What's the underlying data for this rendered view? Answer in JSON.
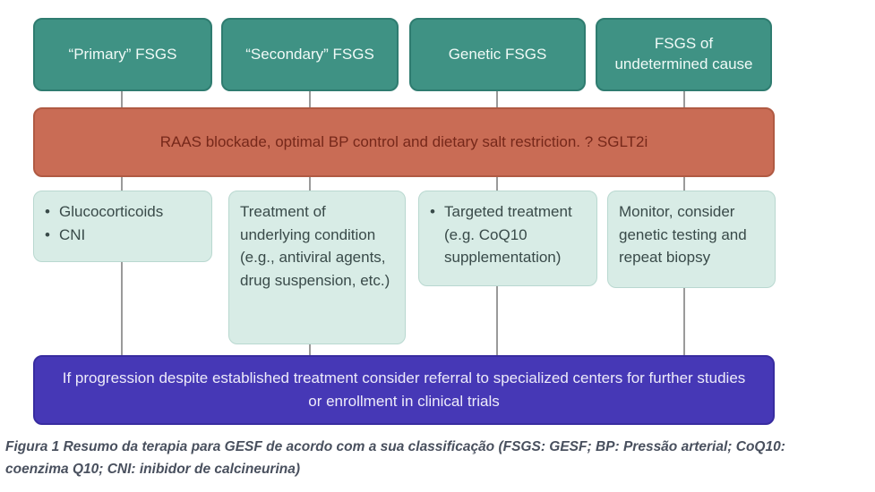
{
  "diagram": {
    "top_boxes": [
      {
        "lines": [
          "“Primary” FSGS"
        ]
      },
      {
        "lines": [
          "“Secondary” FSGS"
        ]
      },
      {
        "lines": [
          "Genetic FSGS"
        ]
      },
      {
        "lines": [
          "FSGS of",
          "undetermined cause"
        ]
      }
    ],
    "raas_box": {
      "text": "RAAS blockade, optimal BP control and dietary salt restriction. ? SGLT2i"
    },
    "treatment_boxes": [
      {
        "bulleted": true,
        "items": [
          "Glucocorticoids",
          "CNI"
        ]
      },
      {
        "bulleted": false,
        "text": "Treatment of underlying condition (e.g., antiviral agents, drug suspension, etc.)"
      },
      {
        "bulleted": true,
        "items": [
          "Targeted treatment (e.g. CoQ10 supplementation)"
        ]
      },
      {
        "bulleted": false,
        "text": "Monitor, consider genetic testing and repeat biopsy"
      }
    ],
    "referral_box": {
      "text": "If progression despite established treatment consider referral to specialized centers for further studies or enrollment in clinical trials"
    },
    "caption": {
      "line1": "Figura 1 Resumo da terapia para GESF de acordo com a sua classificação (FSGS: GESF; BP: Pressão arterial; CoQ10:",
      "line2": "coenzima Q10; CNI: inibidor de calcineurina)"
    },
    "colors": {
      "header_box": "#3F9284",
      "header_text": "#F0FAF7",
      "raas_box": "#C96C55",
      "raas_text": "#76281A",
      "treatment_box": "#D8ECE6",
      "treatment_text": "#394A49",
      "referral_box": "#4638B6",
      "referral_text": "#EDEBFA",
      "connector_line": "#9A9A9A",
      "caption_text": "#49505E"
    }
  }
}
